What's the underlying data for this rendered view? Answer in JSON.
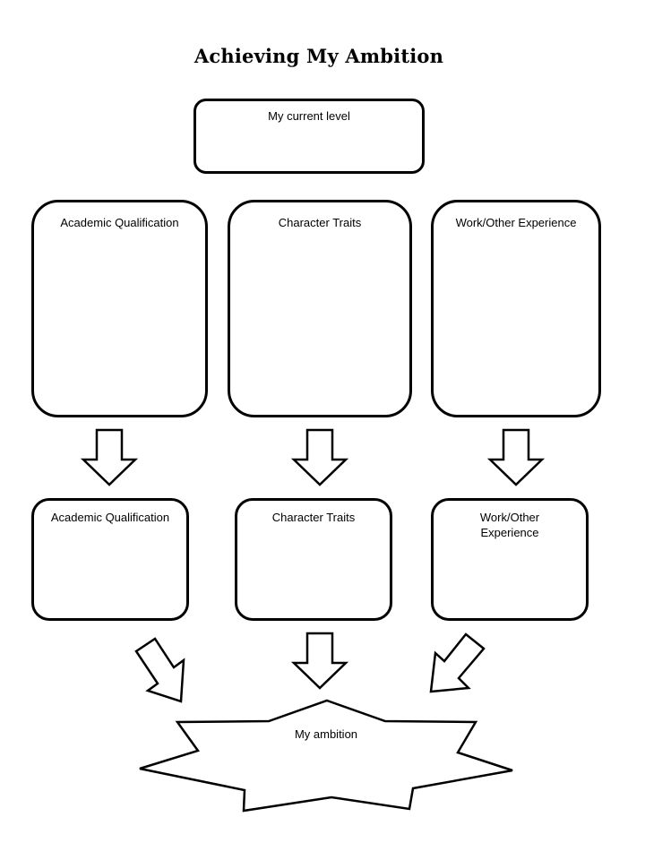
{
  "title": "Achieving My Ambition",
  "current_level": {
    "label": "My current level"
  },
  "upper_row": [
    {
      "label": "Academic Qualification"
    },
    {
      "label": "Character Traits"
    },
    {
      "label": "Work/Other Experience"
    }
  ],
  "lower_row": [
    {
      "label": "Academic Qualification"
    },
    {
      "label": "Character Traits"
    },
    {
      "label": "Work/Other Experience"
    }
  ],
  "ambition": {
    "label": "My ambition"
  },
  "colors": {
    "stroke": "#000000",
    "fill": "#ffffff"
  },
  "icons": {
    "connector": "down-arrow-icon",
    "diagonal_connector": "diagonal-arrow-icon",
    "ambition_shape": "eight-point-star"
  }
}
